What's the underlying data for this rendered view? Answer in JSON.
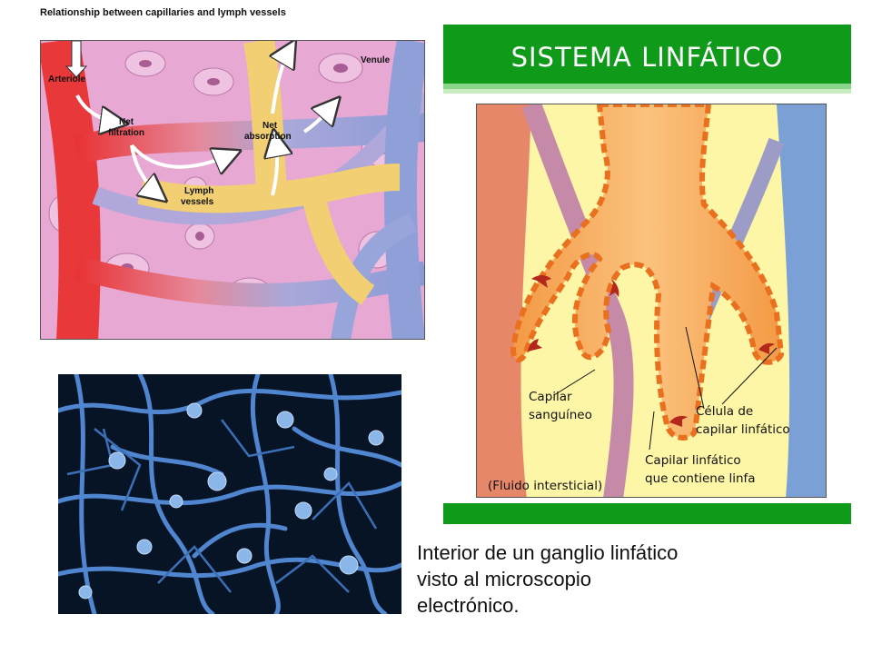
{
  "slide": {
    "title": "SISTEMA LINFÁTICO"
  },
  "figure_capillaries": {
    "title": "Relationship between capillaries and lymph vessels",
    "labels": {
      "arteriole": "Arteriole",
      "venule": "Venule",
      "net_filtration_1": "Net",
      "net_filtration_2": "filtration",
      "net_absorption_1": "Net",
      "net_absorption_2": "absorption",
      "lymph_vessels_1": "Lymph",
      "lymph_vessels_2": "vessels"
    },
    "colors": {
      "arterial": "#e8383a",
      "venous": "#8f9fd8",
      "lymph": "#f1cf72",
      "tissue": "#e9a9d6"
    }
  },
  "figure_lymph": {
    "labels": {
      "capilar_sanguineo_1": "Capilar",
      "capilar_sanguineo_2": "sanguíneo",
      "celula_1": "Célula de",
      "celula_2": "capilar linfático",
      "capilar_linfatico_1": "Capilar linfático",
      "capilar_linfatico_2": "que contiene linfa",
      "fluido": "(Fluido intersticial)"
    },
    "colors": {
      "background": "#fdf6a6",
      "blood_artery": "#e7876a",
      "blood_vein": "#7aa0d6",
      "lymph_capillary": "#f6ae5a",
      "arrow": "#b3281b"
    }
  },
  "micrograph": {
    "colors": {
      "background": "#071426",
      "fibers": "#4f86cf",
      "cells": "#8ab6ea"
    }
  },
  "caption": {
    "line1": "Interior de un ganglio linfático",
    "line2": "visto al microscopio",
    "line3": "electrónico."
  }
}
